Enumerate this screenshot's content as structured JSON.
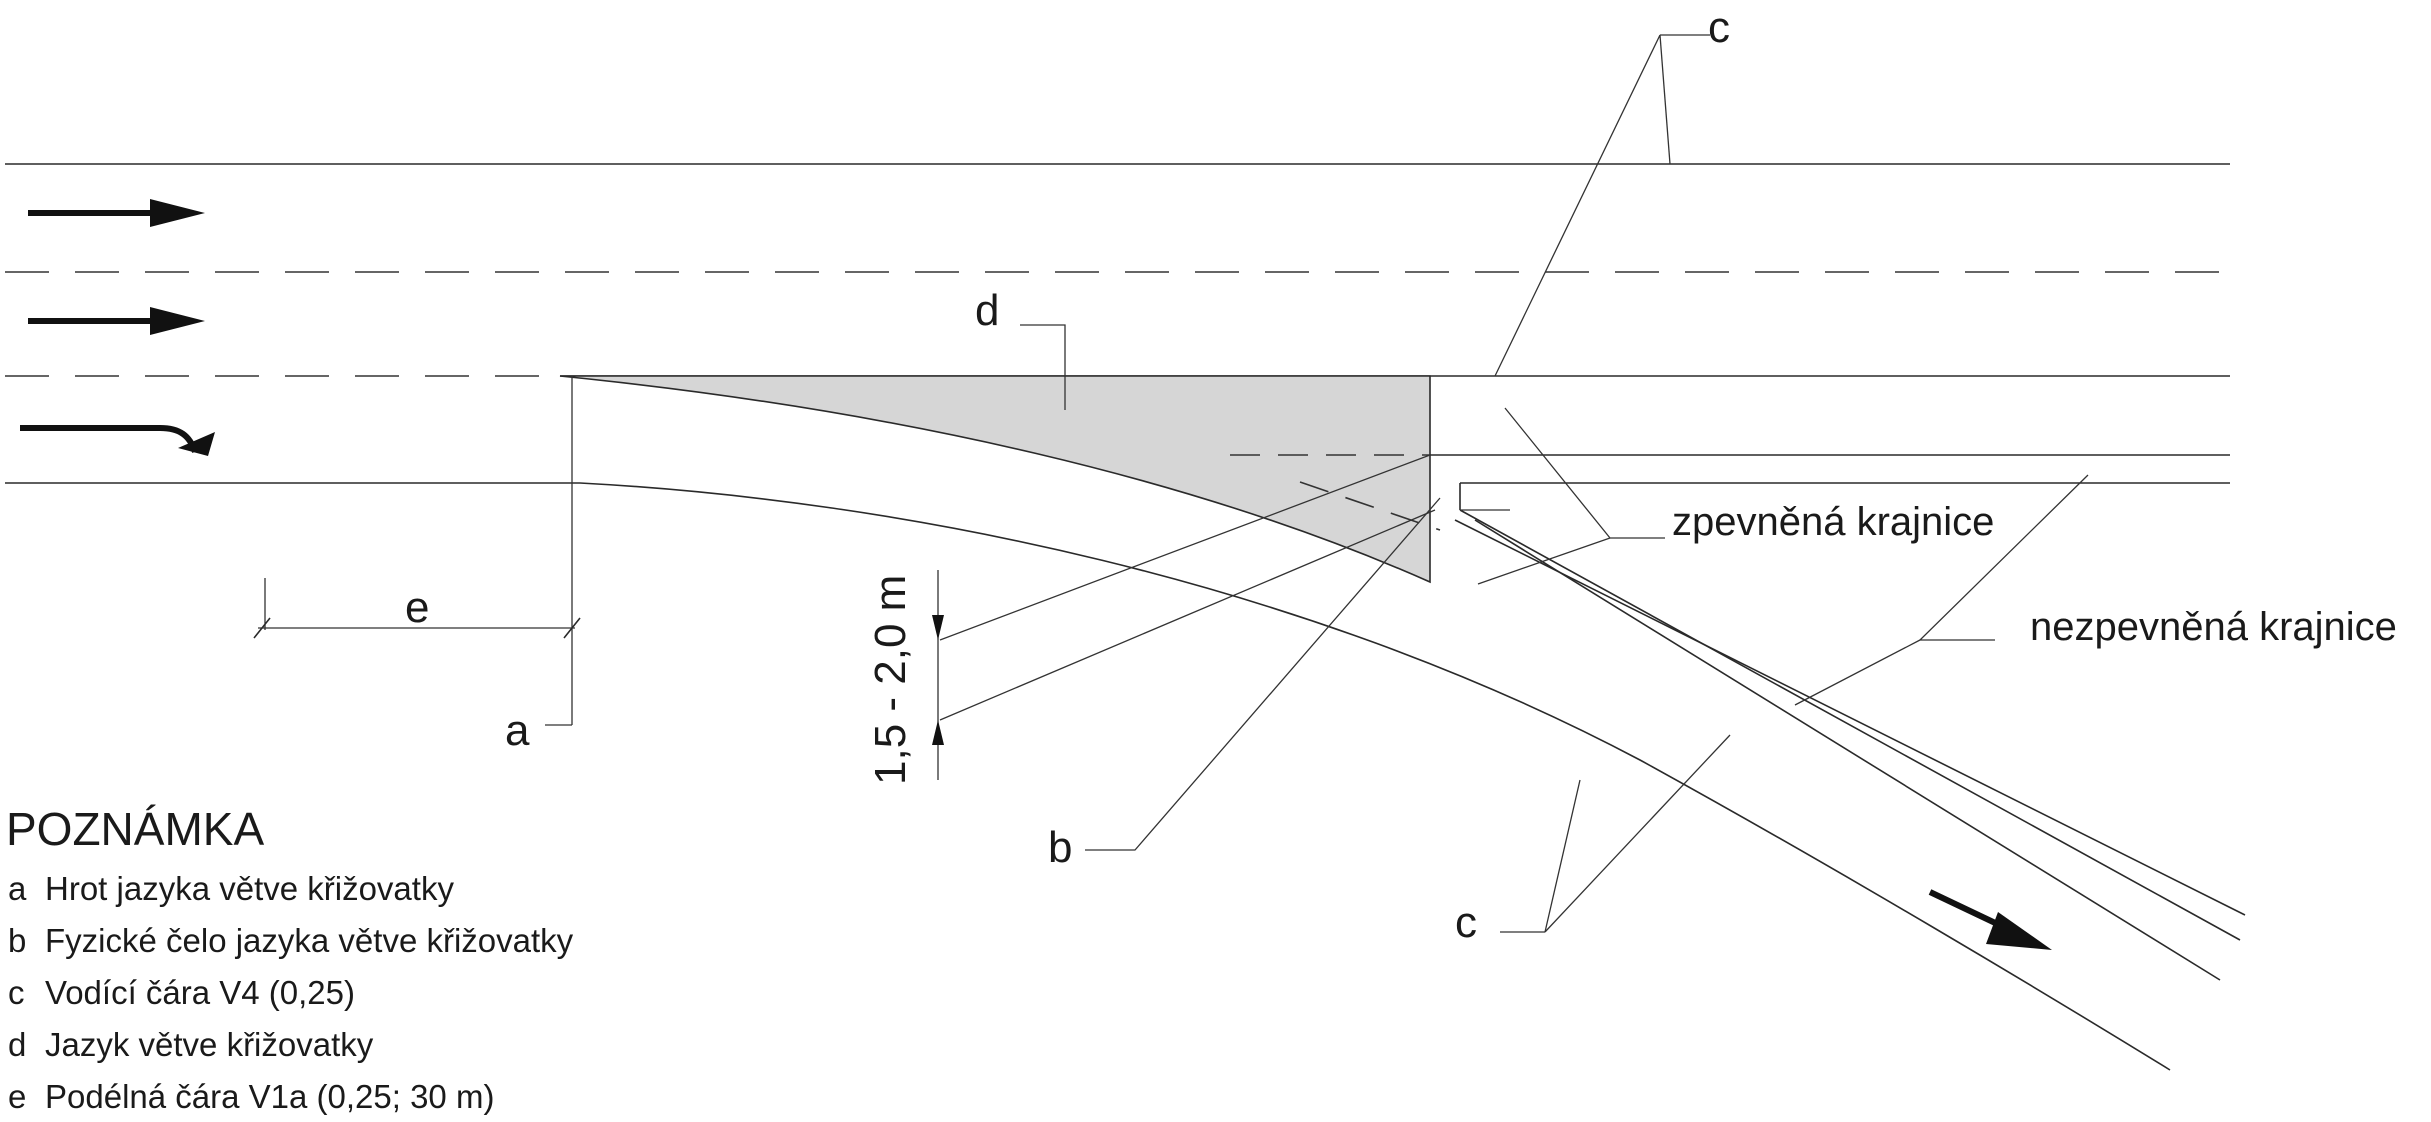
{
  "labels": {
    "c_top": "c",
    "c_bottom": "c",
    "d": "d",
    "e": "e",
    "a": "a",
    "b": "b",
    "dimension": "1,5 - 2,0 m",
    "paved_shoulder": "zpevněná krajnice",
    "unpaved_shoulder": "nezpevněná krajnice"
  },
  "notes": {
    "title": "POZNÁMKA",
    "items": [
      {
        "key": "a",
        "text": "Hrot jazyka větve křižovatky"
      },
      {
        "key": "b",
        "text": "Fyzické čelo jazyka větve křižovatky"
      },
      {
        "key": "c",
        "text": "Vodící čára V4 (0,25)"
      },
      {
        "key": "d",
        "text": "Jazyk větve křižovatky"
      },
      {
        "key": "e",
        "text": "Podélná čára V1a (0,25; 30 m)"
      }
    ]
  },
  "colors": {
    "line": "#2a2a2a",
    "hatch_fill": "#d6d6d6",
    "arrow": "#111111"
  },
  "icons": [
    "arrow-right-icon",
    "arrow-right-icon",
    "turn-right-arrow-icon",
    "arrow-down-right-icon"
  ]
}
